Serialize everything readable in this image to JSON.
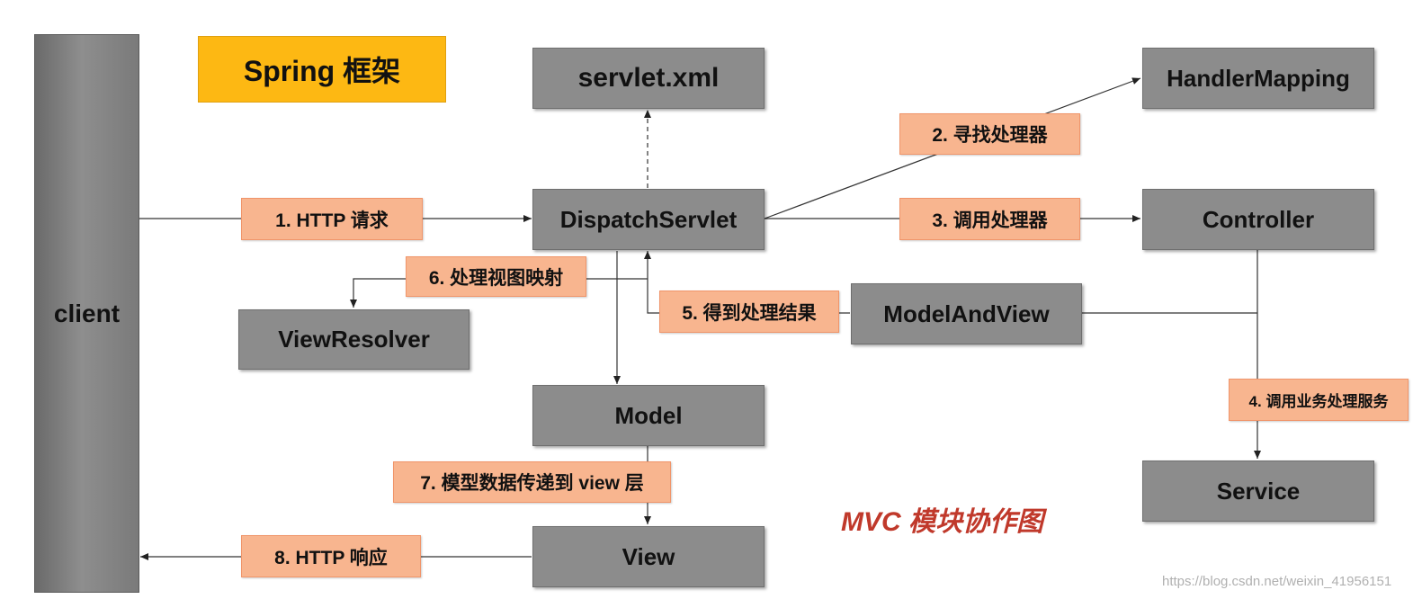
{
  "title": "Spring 框架",
  "caption": "MVC 模块协作图",
  "watermark": "https://blog.csdn.net/weixin_41956151",
  "nodes": {
    "client": "client",
    "servlet_xml": "servlet.xml",
    "dispatcher": "DispatchServlet",
    "handler_mapping": "HandlerMapping",
    "controller": "Controller",
    "model_and_view": "ModelAndView",
    "view_resolver": "ViewResolver",
    "model": "Model",
    "view": "View",
    "service": "Service"
  },
  "steps": {
    "s1": "1. HTTP 请求",
    "s2": "2. 寻找处理器",
    "s3": "3. 调用处理器",
    "s4": "4. 调用业务处理服务",
    "s5": "5. 得到处理结果",
    "s6": "6. 处理视图映射",
    "s7": "7. 模型数据传递到 view 层",
    "s8": "8. HTTP 响应"
  },
  "colors": {
    "node": "#8c8c8c",
    "step": "#f8b58f",
    "title": "#fdb813",
    "caption": "#c0392b"
  }
}
